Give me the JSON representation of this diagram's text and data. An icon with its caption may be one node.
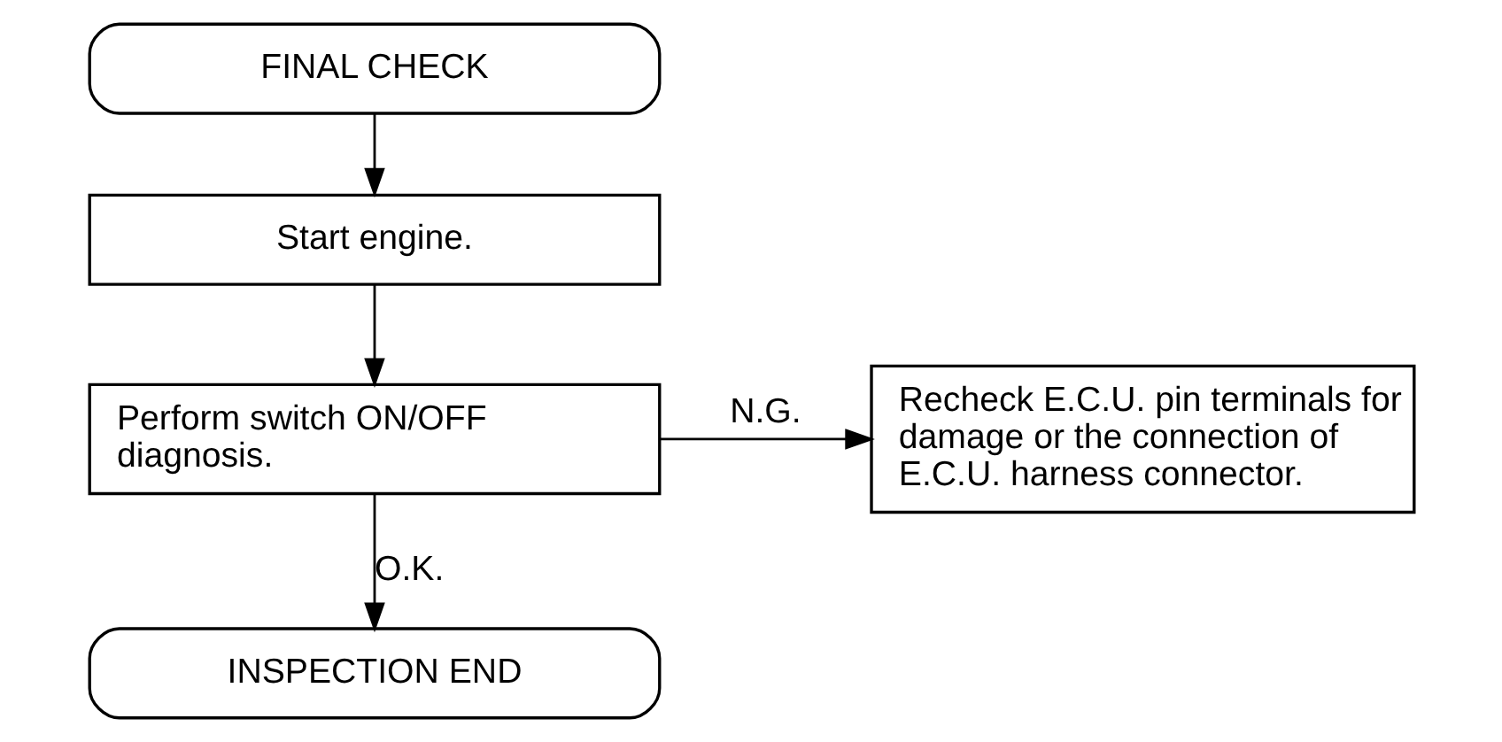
{
  "diagram": {
    "nodes": [
      {
        "text": [
          "FINAL CHECK"
        ]
      },
      {
        "text": [
          "Start engine."
        ]
      },
      {
        "text": [
          "Perform switch ON/OFF diagnosis."
        ]
      },
      {
        "text": [
          "Recheck E.C.U. pin terminals for damage or the connection of E.C.U. harness connector."
        ]
      },
      {
        "text": [
          "INSPECTION END"
        ]
      }
    ],
    "edges": [
      {
        "from": 0,
        "to": 1,
        "arrow": "to"
      },
      {
        "from": 1,
        "to": 2,
        "arrow": "to"
      },
      {
        "from": 2,
        "to": 4,
        "arrow": "to",
        "label": "O.K."
      },
      {
        "from": 2,
        "to": 3,
        "arrow": "to",
        "label": "N.G."
      }
    ]
  }
}
